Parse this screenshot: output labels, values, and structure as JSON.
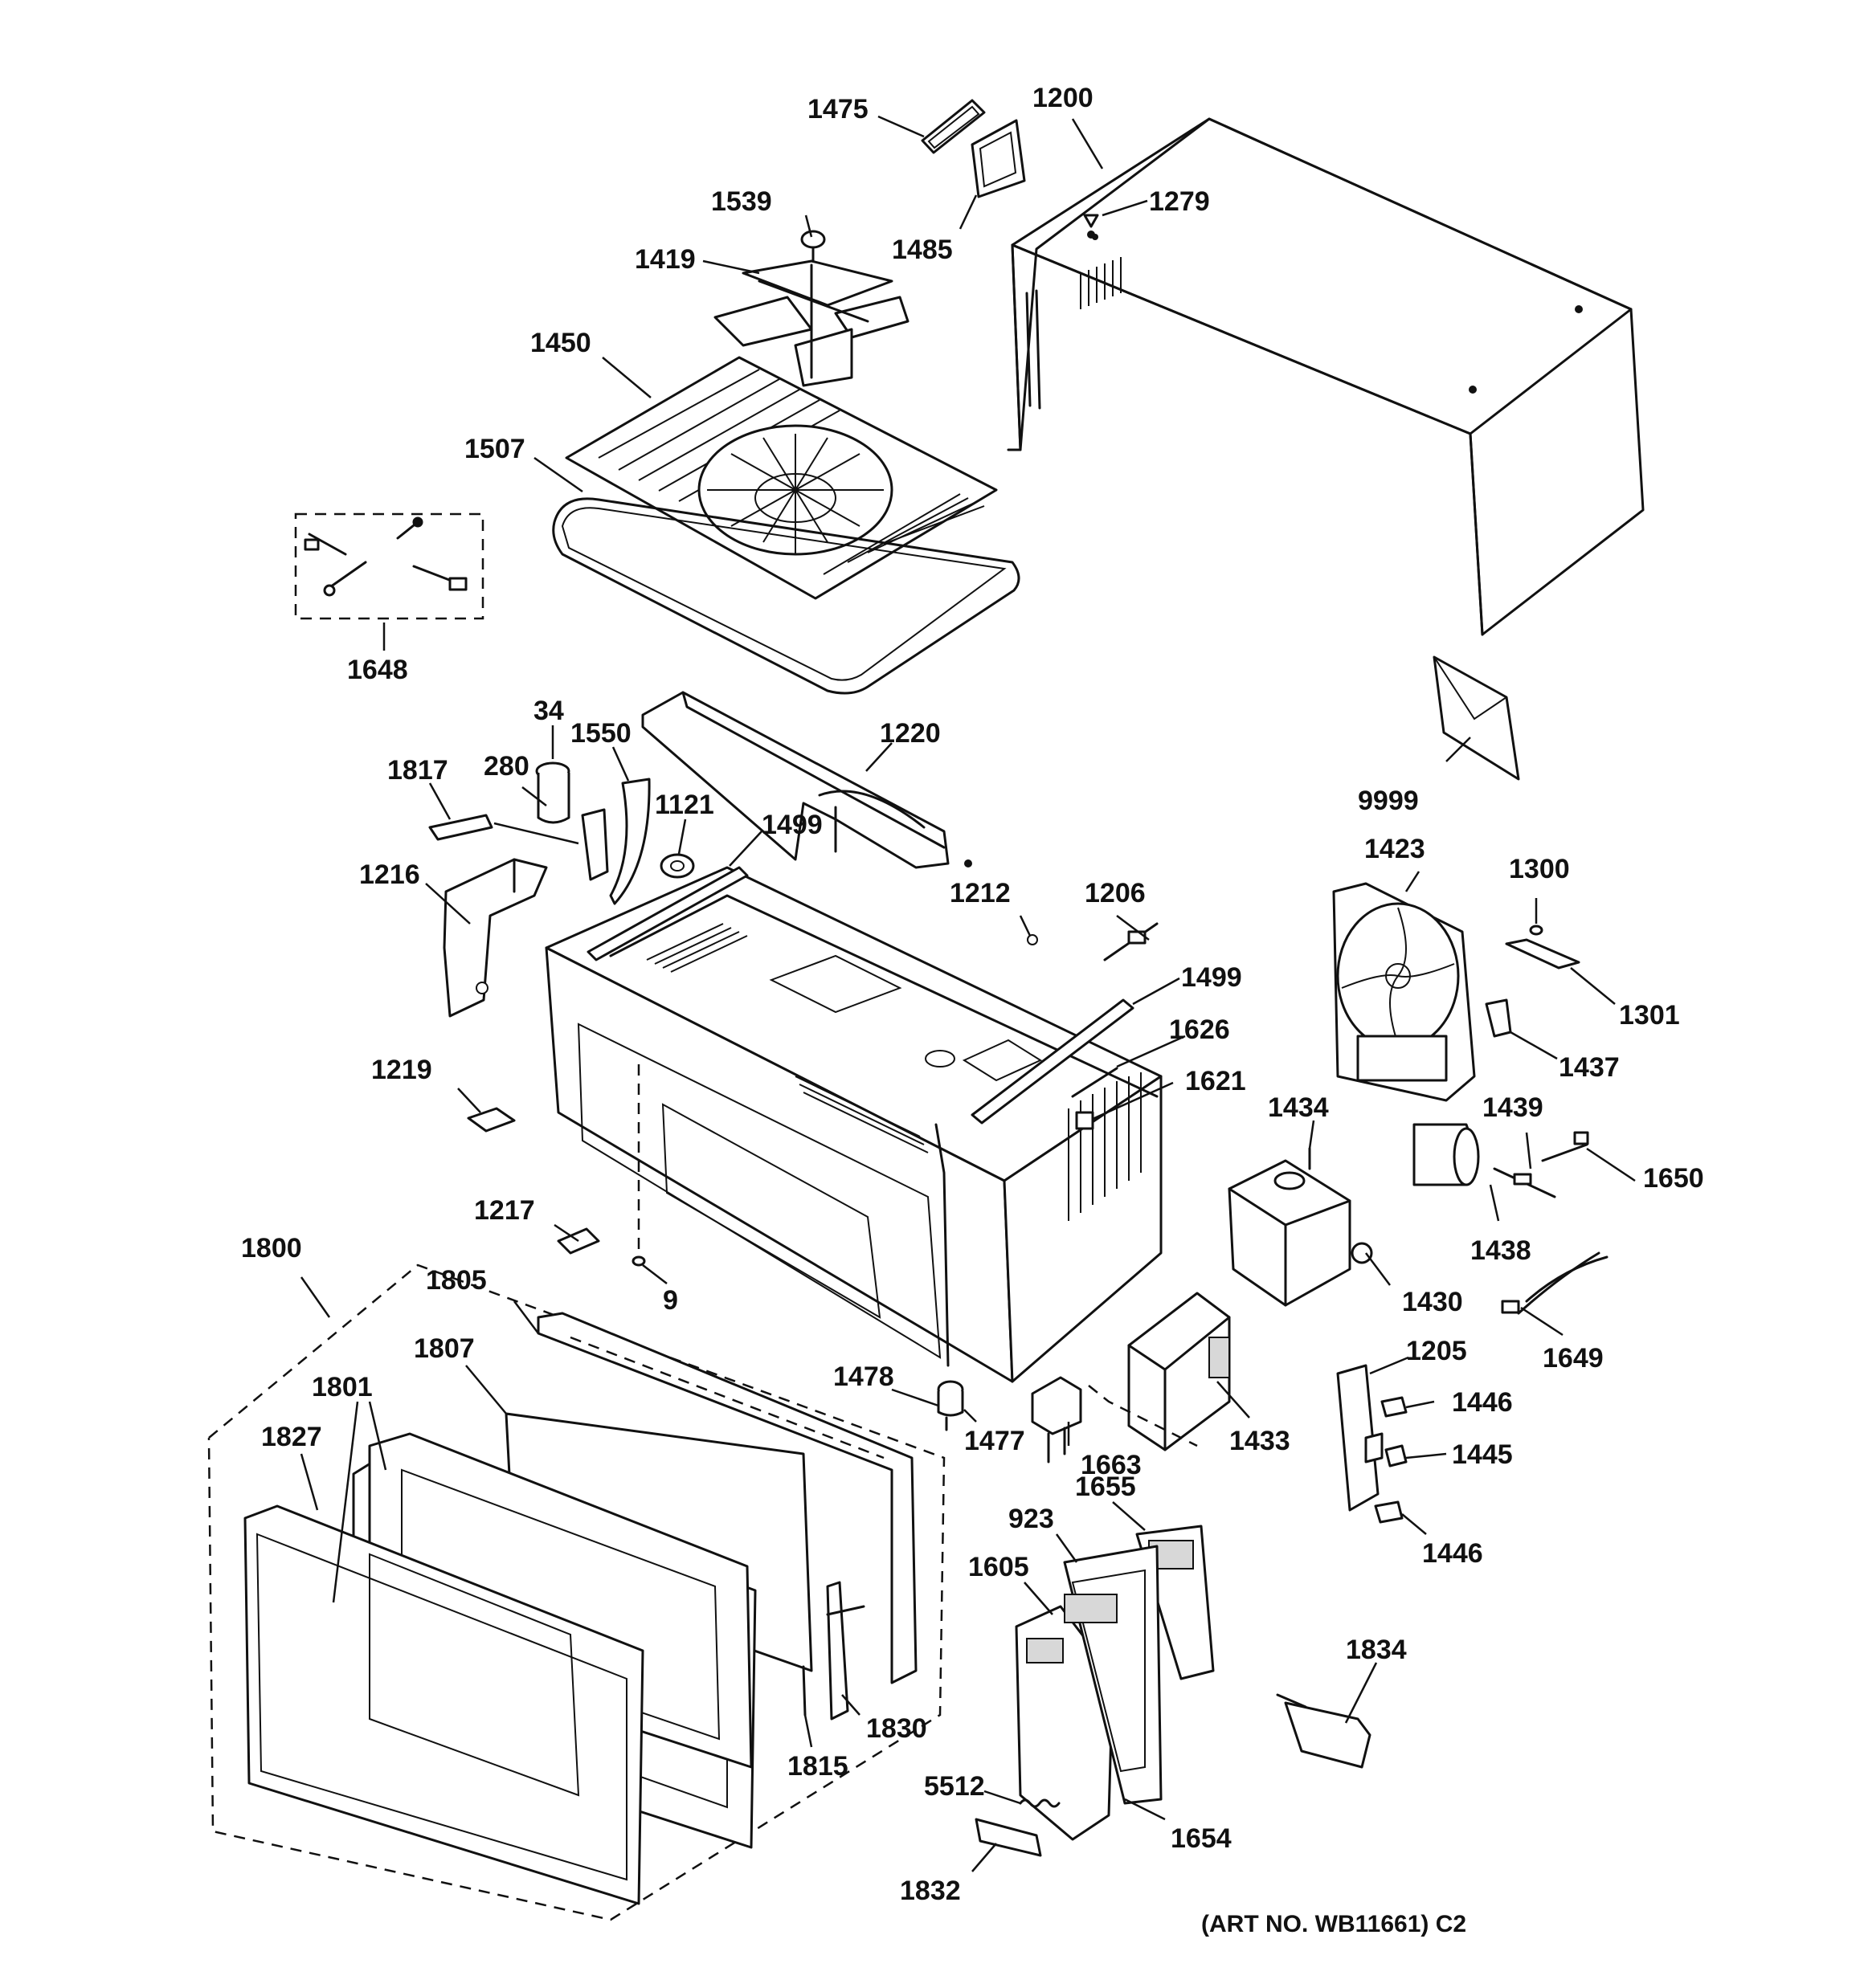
{
  "labels": {
    "p1475": "1475",
    "p1200": "1200",
    "p1539": "1539",
    "p1279": "1279",
    "p1485": "1485",
    "p1419": "1419",
    "p1450": "1450",
    "p1507": "1507",
    "p1648": "1648",
    "p34": "34",
    "p1550": "1550",
    "p1220": "1220",
    "p9999": "9999",
    "p280": "280",
    "p1817": "1817",
    "p1121": "1121",
    "p1499a": "1499",
    "p1423": "1423",
    "p1300": "1300",
    "p1216": "1216",
    "p1212": "1212",
    "p1206": "1206",
    "p1499b": "1499",
    "p1301": "1301",
    "p1626": "1626",
    "p1437": "1437",
    "p1219": "1219",
    "p1621": "1621",
    "p1434": "1434",
    "p1439": "1439",
    "p1650": "1650",
    "p1217": "1217",
    "p1438": "1438",
    "p1800": "1800",
    "p1805": "1805",
    "p9": "9",
    "p1430": "1430",
    "p1649": "1649",
    "p1807": "1807",
    "p1801": "1801",
    "p1478": "1478",
    "p1205": "1205",
    "p1446a": "1446",
    "p1827": "1827",
    "p1477": "1477",
    "p1663": "1663",
    "p1433": "1433",
    "p1445": "1445",
    "p1655": "1655",
    "p923": "923",
    "p1446b": "1446",
    "p1605": "1605",
    "p1834": "1834",
    "p1830": "1830",
    "p1815": "1815",
    "p5512": "5512",
    "p1654": "1654",
    "p1832": "1832"
  },
  "footer": {
    "art_number": "(ART NO. WB11661) C2"
  }
}
